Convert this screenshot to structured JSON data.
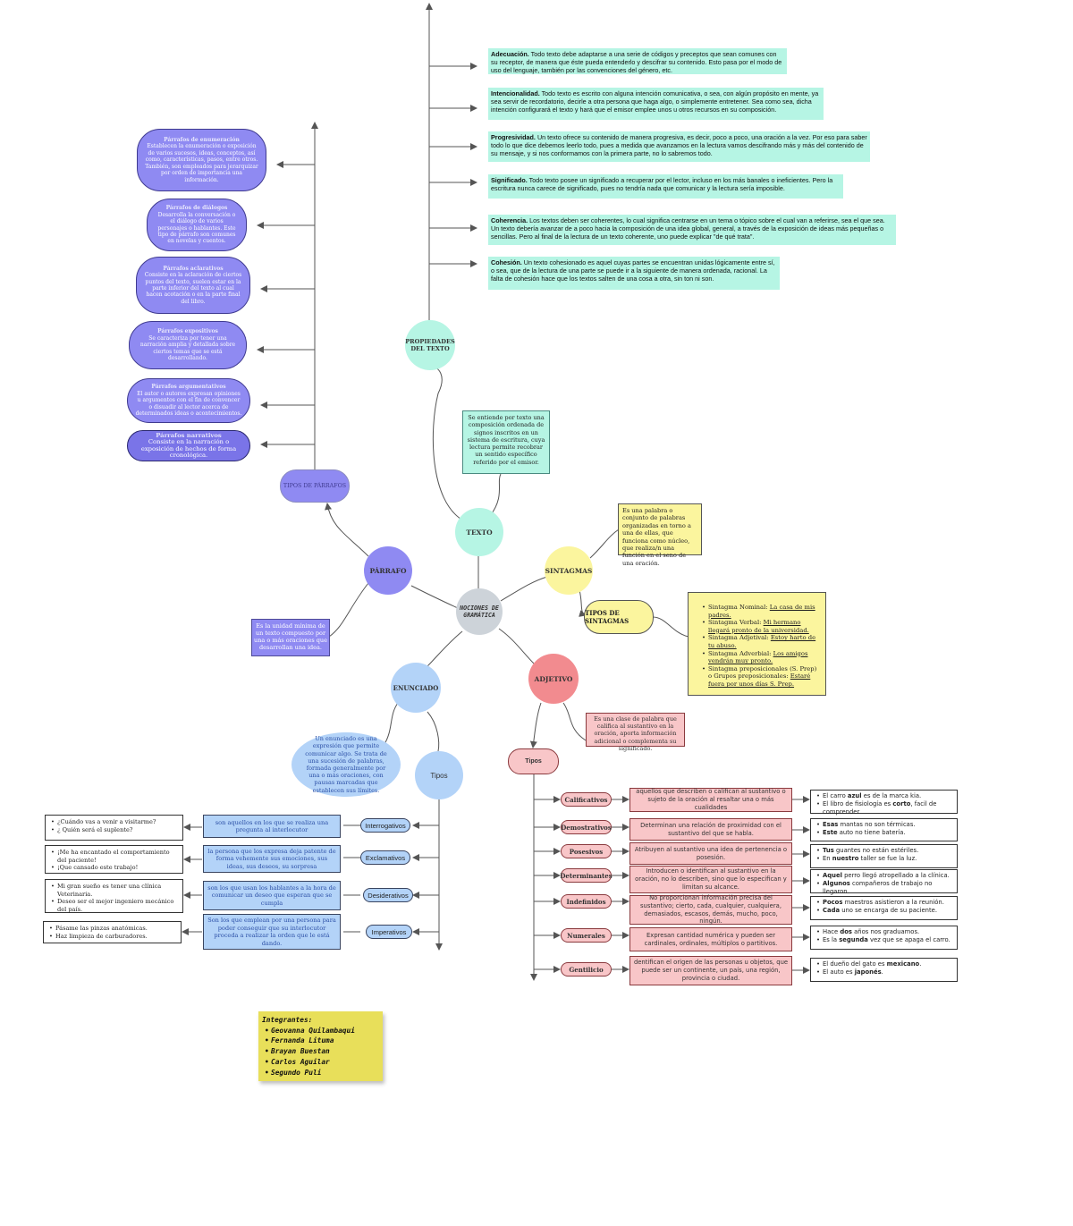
{
  "center": {
    "label": "NOCIONES DE GRAMÁTICA"
  },
  "texto": {
    "label": "TEXTO",
    "definition": "Se entiende por texto una composición ordenada de signos inscritos en un sistema de escritura, cuya lectura permite recobrar un sentido específico referido por el emisor.",
    "propiedades_label": "PROPIEDADES DEL TEXTO",
    "propiedades": [
      {
        "term": "Adecuación.",
        "text": "Todo texto debe adaptarse a una serie de códigos y preceptos que sean comunes con su receptor, de manera que éste pueda entenderlo y descifrar su contenido. Esto pasa por el modo de uso del lenguaje, también por las convenciones del género, etc."
      },
      {
        "term": "Intencionalidad.",
        "text": "Todo texto es escrito con alguna intención comunicativa, o sea, con algún propósito en mente, ya sea servir de recordatorio, decirle a otra persona que haga algo, o simplemente entretener. Sea como sea, dicha intención configurará el texto y hará que el emisor emplee unos u otros recursos en su composición."
      },
      {
        "term": "Progresividad.",
        "text": "Un texto ofrece su contenido de manera progresiva, es decir, poco a poco, una oración a la vez. Por eso para saber todo lo que dice debemos leerlo todo, pues a medida que avanzamos en la lectura vamos descifrando más y más del contenido de su mensaje, y si nos conformamos con la primera parte, no lo sabremos todo."
      },
      {
        "term": "Significado.",
        "text": "Todo texto posee un significado a recuperar por el lector, incluso en los más banales o ineficientes. Pero la escritura nunca carece de significado, pues no tendría nada que comunicar y la lectura sería imposible."
      },
      {
        "term": "Coherencia.",
        "text": "Los textos deben ser coherentes, lo cual significa centrarse en un tema o tópico sobre el cual van a referirse, sea el que sea. Un texto debería avanzar de a poco hacia la composición de una idea global, general, a través de la exposición de ideas más pequeñas o sencillas. Pero al final de la lectura de un texto coherente, uno puede explicar \"de qué trata\"."
      },
      {
        "term": "Cohesión.",
        "text": "Un texto cohesionado es aquel cuyas partes se encuentran unidas lógicamente entre sí, o sea, que de la lectura de una parte se puede ir a la siguiente de manera ordenada, racional. La falta de cohesión hace que los textos salten de una cosa a otra, sin ton ni son."
      }
    ]
  },
  "parrafo": {
    "label": "PÁRRAFO",
    "definition": "Es la unidad mínima de un texto compuesto por una o más oraciones que desarrollan una idea.",
    "tipos_label": "TIPOS DE PÁRRAFOS",
    "tipos": [
      {
        "title": "Párrafos de enumeración",
        "text": "Establecen la enumeración o exposición de varios sucesos, ideas, conceptos, así como, características, pasos, entre otros. También, son empleados para jerarquizar por orden de importancia una información."
      },
      {
        "title": "Párrafos de diálogos",
        "text": "Desarrolla la conversación o el diálogo de varios personajes o hablantes. Este tipo de párrafo son comunes en novelas y cuentos."
      },
      {
        "title": "Párrafos aclarativos",
        "text": "Consiste en la aclaración de ciertos puntos del texto, suelen estar en la parte inferior del texto al cual hacen acotación o en la parte final del libro."
      },
      {
        "title": "Párrafos expositivos",
        "text": "Se caracteriza por tener una narración amplia y detallada sobre ciertos temas que se está desarrollando."
      },
      {
        "title": "Párrafos argumentativos",
        "text": "El autor o autores expresan opiniones u argumentos con el fin de convencer o disuadir al lector acerca de determinados ideas o acontecimientos."
      },
      {
        "title": "Párrafos narrativos",
        "text": "Consiste en la narración o exposición de hechos de forma cronológica."
      }
    ]
  },
  "sintagmas": {
    "label": "SINTAGMAS",
    "definition": "Es una palabra o conjunto de palabras organizadas en torno a una de ellas, que funciona como núcleo, que realiza/n una función en el seno de una oración.",
    "tipos_label": "TIPOS DE SINTAGMAS",
    "tipos": [
      {
        "name": "Sintagma Nominal:",
        "example": "La casa de mis padres."
      },
      {
        "name": "Sintagma Verbal:",
        "example": "Mi hermano llegará pronto de la universidad."
      },
      {
        "name": "Sintagma Adjetival:",
        "example": "Estoy harto de tu abuso."
      },
      {
        "name": "Sintagma Adverbial:",
        "example": "Los amigos vendrán muy pronto."
      },
      {
        "name": "Sintagma  preposicionales (S. Prep) o Grupos preposicionales:",
        "example": "Estaré fuera por unos días  S. Prep."
      }
    ]
  },
  "enunciado": {
    "label": "ENUNCIADO",
    "definition": "Un enunciado es una expresión que permite comunicar algo. Se trata de una sucesión de palabras, formada generalmente por una o más oraciones, con pausas marcadas que establecen sus límites.",
    "tipos_label": "Tipos",
    "tipos": [
      {
        "name": "Interrogativos",
        "desc": "son aquellos en los que se realiza una pregunta al interlocutor",
        "examples": [
          "¿Cuándo vas a venir a visitarme?",
          "¿ Quién será el suplente?"
        ]
      },
      {
        "name": "Exclamativos",
        "desc": "la persona que los expresa deja patente de forma vehemente sus emociones, sus ideas, sus deseos, su sorpresa",
        "examples": [
          "¡Me ha encantado el comportamiento del paciente!",
          "¡Que cansado este trabajo!"
        ]
      },
      {
        "name": "Desiderativos",
        "desc": "son los que usan los hablantes a la hora de comunicar un deseo que esperan que se cumpla",
        "examples": [
          "Mi gran sueño es tener una clínica Veterinaria.",
          "Deseo ser el mejor ingeniero mecánico del país."
        ]
      },
      {
        "name": "Imperativos",
        "desc": "Son los que emplean por una persona para poder conseguir que su interlocutor proceda a realizar la orden que le está dando.",
        "examples": [
          "Pásame las pinzas anatómicas.",
          "Haz limpieza de carburadores."
        ]
      }
    ]
  },
  "adjetivo": {
    "label": "ADJETIVO",
    "definition": "Es una clase de palabra que califica al sustantivo en la oración, aporta información adicional o complementa su significado.",
    "tipos_label": "Tipos",
    "tipos": [
      {
        "name": "Calificativos",
        "desc": "aquellos que describen o califican al sustantivo o sujeto de la oración al resaltar una o más cualidades",
        "examples": [
          [
            "El carro ",
            "azul",
            " es de la marca kia."
          ],
          [
            "El libro de fisiología es ",
            "corto",
            ", facil de comprender"
          ]
        ]
      },
      {
        "name": "Demostrativos",
        "desc": "Determinan una relación de proximidad con el sustantivo del que se habla.",
        "examples": [
          [
            "",
            "Esas",
            " mantas no son térmicas."
          ],
          [
            "",
            "Este",
            " auto no tiene batería."
          ]
        ]
      },
      {
        "name": "Posesivos",
        "desc": "Atribuyen al sustantivo una idea de pertenencia o posesión.",
        "examples": [
          [
            "",
            "Tus",
            " guantes no están estériles."
          ],
          [
            "En ",
            "nuestro",
            " taller se fue la luz."
          ]
        ]
      },
      {
        "name": "Determinantes",
        "desc": "Introducen o identifican al sustantivo en la oración, no lo describen, sino que lo especifican y limitan su alcance.",
        "examples": [
          [
            "",
            "Aquel",
            " perro llegó atropellado a la clínica."
          ],
          [
            "",
            "Algunos",
            " compañeros de trabajo no llegaron."
          ]
        ]
      },
      {
        "name": "Indefinidos",
        "desc": "No proporcionan información precisa del sustantivo; cierto, cada, cualquier, cualquiera, demasiados, escasos, demás, mucho, poco, ningún.",
        "examples": [
          [
            "",
            "Pocos",
            " maestros asistieron a la reunión."
          ],
          [
            "",
            "Cada",
            " uno se encarga de su paciente."
          ]
        ]
      },
      {
        "name": "Numerales",
        "desc": "Expresan cantidad numérica y pueden ser cardinales, ordinales, múltiplos o partitivos.",
        "examples": [
          [
            "Hace ",
            "dos",
            " años nos graduamos."
          ],
          [
            "Es la ",
            "segunda",
            " vez que se apaga el carro."
          ]
        ]
      },
      {
        "name": "Gentilicio",
        "desc": "dentifican el origen de las personas u objetos, que puede ser un continente, un país, una región, provincia o ciudad.",
        "examples": [
          [
            "El dueño del gato es ",
            "mexicano",
            "."
          ],
          [
            "El auto es ",
            "japonés",
            "."
          ]
        ]
      }
    ]
  },
  "integrantes": {
    "title": "Integrantes:",
    "names": [
      "Geovanna Quilambaqui",
      "Fernanda Lituma",
      "Brayan Buestan",
      "Carlos Aguilar",
      "Segundo Puli"
    ]
  },
  "colors": {
    "texto": "#b6f5e4",
    "parrafo": "#8f8af2",
    "sintagmas": "#fbf59e",
    "enunciado": "#b3d3f8",
    "adjetivo": "#f28b8f",
    "center": "#cdd3d9",
    "note": "#e8df5a"
  }
}
